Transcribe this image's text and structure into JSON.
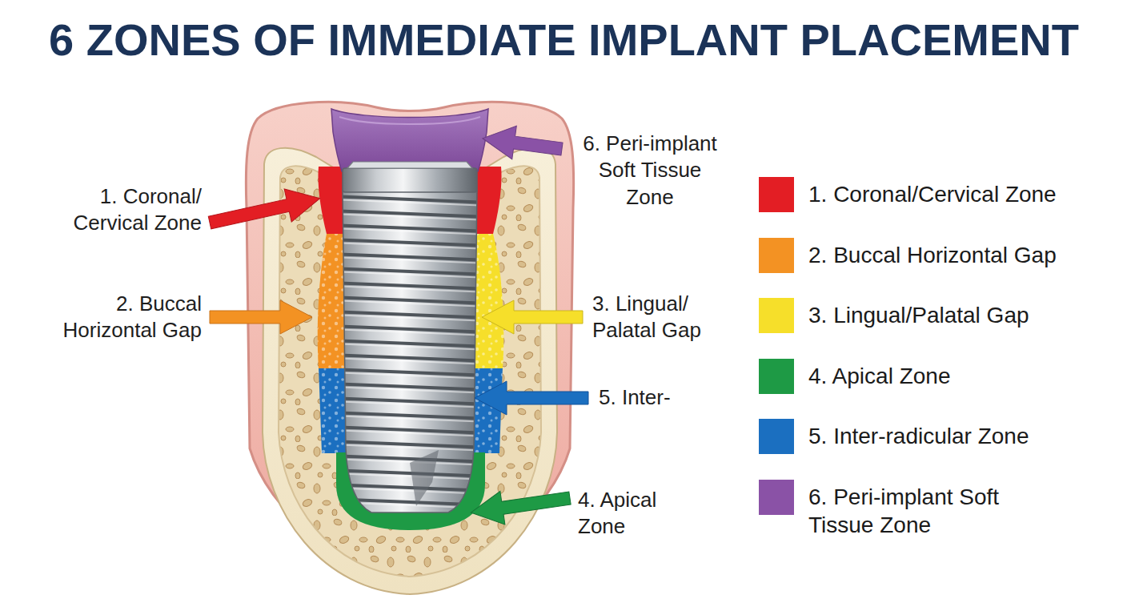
{
  "diagram": {
    "title": "6 ZONES OF IMMEDIATE IMPLANT PLACEMENT",
    "labels": [
      "6. Peri-implant Soft Tissue Zone",
      "1. Coronal/ Cervical Zone",
      "2. Buccal Horizontal Gap",
      "3. Lingual/ Palatal Gap",
      "5. Inter-",
      "4. Apical Zone"
    ],
    "legend": [
      {
        "text": "1. Coronal/Cervical Zone",
        "color": "#e31e24"
      },
      {
        "text": "2. Buccal Horizontal Gap",
        "color": "#f39223"
      },
      {
        "text": "3. Lingual/Palatal Gap",
        "color": "#f6df2a"
      },
      {
        "text": "4. Apical Zone",
        "color": "#1e9a45"
      },
      {
        "text": "5. Inter-radicular Zone",
        "color": "#1b6fc0"
      },
      {
        "text": "6. Peri-implant Soft Tissue Zone",
        "color": "#8a52a6"
      }
    ]
  }
}
